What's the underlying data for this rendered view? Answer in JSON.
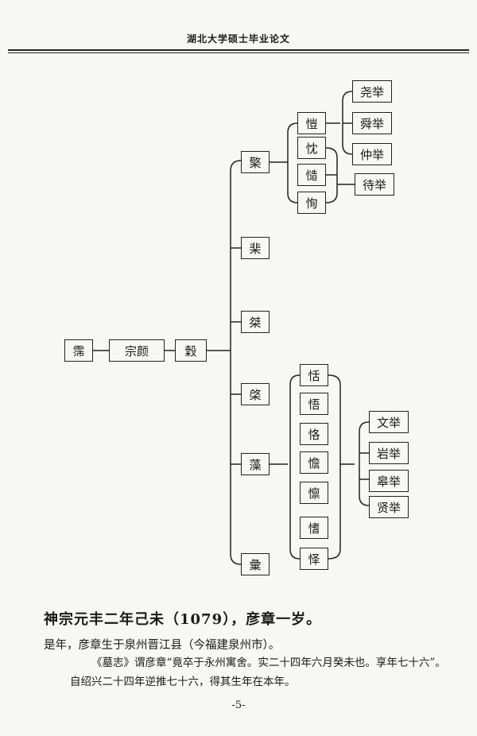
{
  "header": {
    "title": "湖北大学硕士毕业论文"
  },
  "tree": {
    "root": "霈",
    "gen2": "宗颜",
    "gen3": "穀",
    "gen4": [
      "檠",
      "棐",
      "桀",
      "棨",
      "藻",
      "彙"
    ],
    "children_of_qing": [
      "愷",
      "忱",
      "慥",
      "恂"
    ],
    "grandsons_qing_group1": [
      "尧举",
      "舜举",
      "仲举"
    ],
    "grandsons_qing_group2": [
      "待举"
    ],
    "children_of_zao": [
      "恬",
      "悟",
      "恪",
      "憺",
      "懔",
      "愭",
      "怿"
    ],
    "grandsons_zao": [
      "文举",
      "岩举",
      "皋举",
      "贤举"
    ]
  },
  "body": {
    "title": "神宗元丰二年己未（1079），彦章一岁。",
    "line1": "是年，彦章生于泉州晋江县（今福建泉州市）。",
    "line2": "《墓志》谓彦章“竟卒于永州寓舍。实二十四年六月癸未也。享年七十六”。",
    "line3": "自绍兴二十四年逆推七十六，得其生年在本年。"
  },
  "page_number": "-5-"
}
